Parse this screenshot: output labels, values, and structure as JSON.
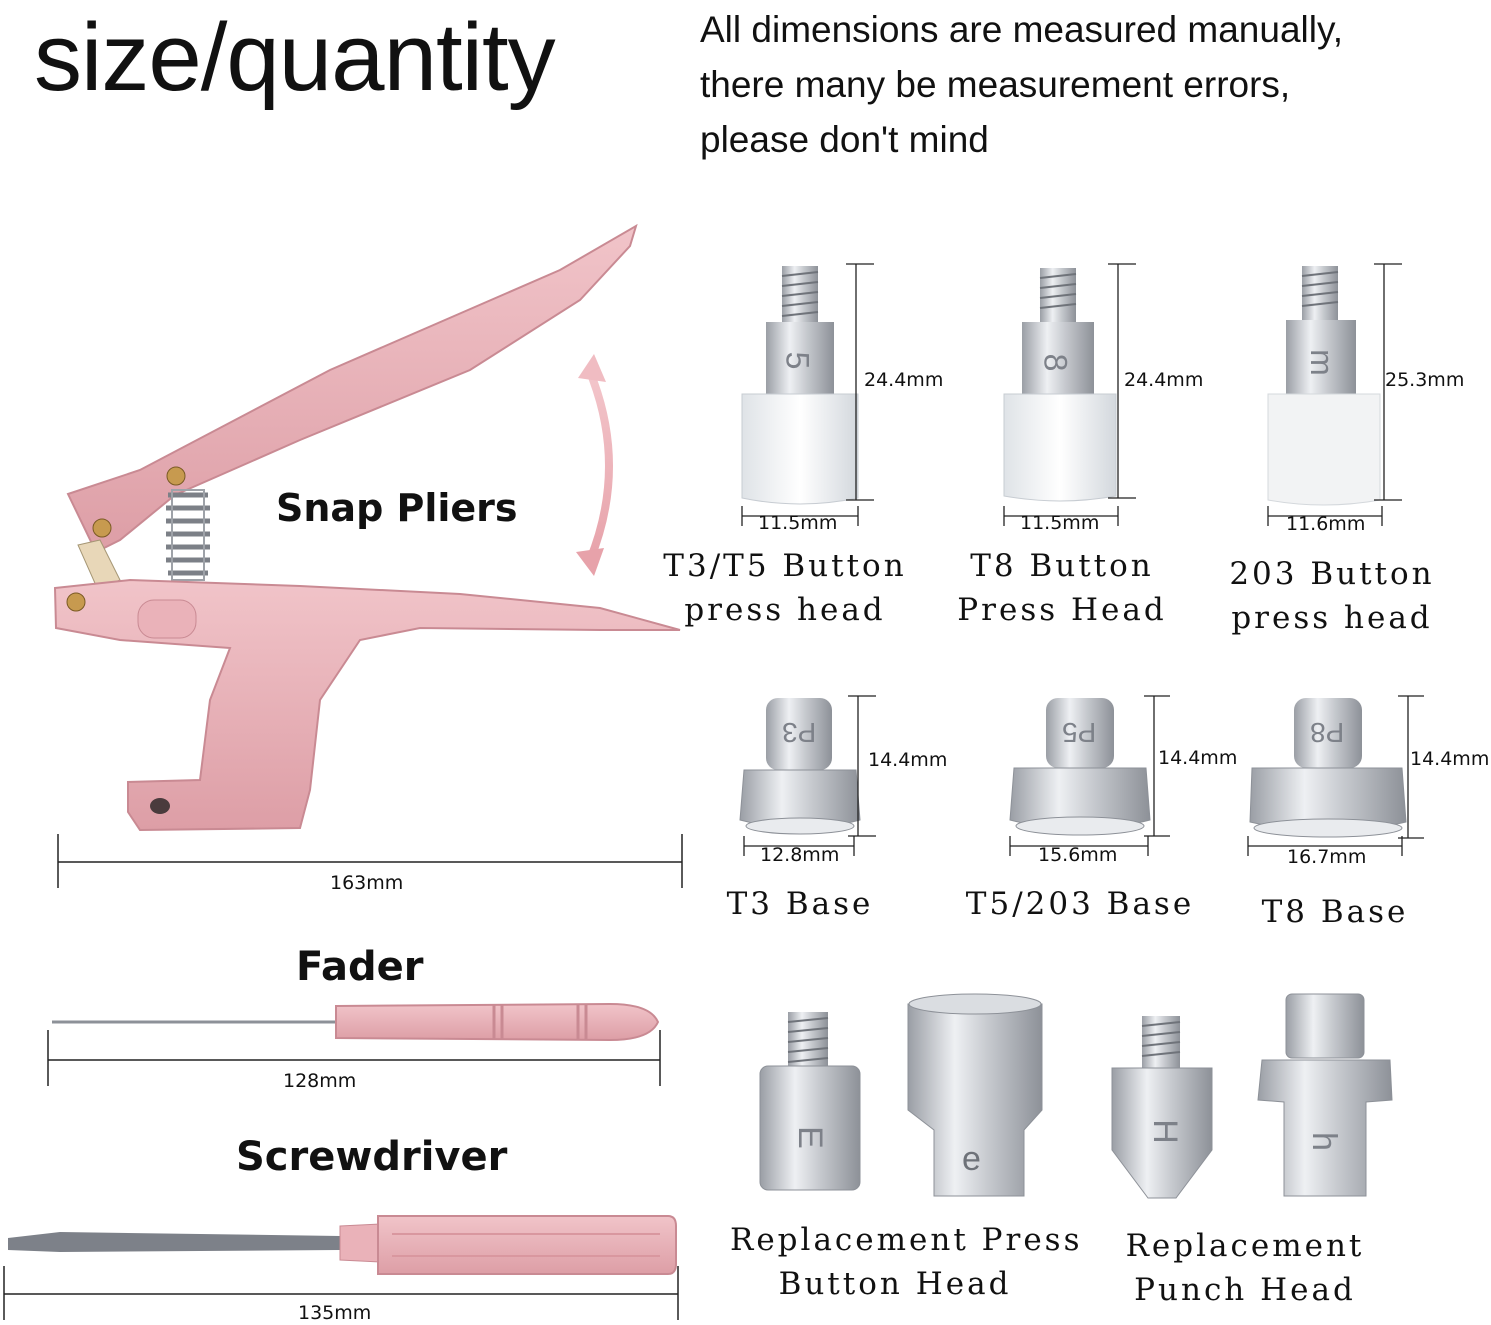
{
  "header": {
    "title": "size/quantity",
    "note_lines": [
      "All dimensions are measured manually,",
      "there many be measurement errors,",
      "please don't mind"
    ]
  },
  "tools": {
    "pliers": {
      "label": "Snap Pliers",
      "length": "163mm"
    },
    "fader": {
      "label": "Fader",
      "length": "128mm"
    },
    "screwdriver": {
      "label": "Screwdriver",
      "length": "135mm"
    }
  },
  "press_heads": [
    {
      "line1": "T3/T5 Button",
      "line2": "press head",
      "height": "24.4mm",
      "width": "11.5mm",
      "mark": "5"
    },
    {
      "line1": "T8 Button",
      "line2": "Press Head",
      "height": "24.4mm",
      "width": "11.5mm",
      "mark": "8"
    },
    {
      "line1": "203 Button",
      "line2": "press head",
      "height": "25.3mm",
      "width": "11.6mm",
      "mark": "m"
    }
  ],
  "bases": [
    {
      "label": "T3 Base",
      "height": "14.4mm",
      "width": "12.8mm",
      "mark": "P3"
    },
    {
      "label": "T5/203 Base",
      "height": "14.4mm",
      "width": "15.6mm",
      "mark": "P5"
    },
    {
      "label": "T8 Base",
      "height": "14.4mm",
      "width": "16.7mm",
      "mark": "P8"
    }
  ],
  "replacements": {
    "press": {
      "line1": "Replacement Press",
      "line2": "Button Head",
      "mark_a": "E",
      "mark_b": "e"
    },
    "punch": {
      "line1": "Replacement",
      "line2": "Punch Head",
      "mark_a": "H",
      "mark_b": "h"
    }
  },
  "colors": {
    "pink": "#e6aeb5",
    "pink_dark": "#cf8f98",
    "metal": "#c9ccd1",
    "text": "#111111"
  }
}
